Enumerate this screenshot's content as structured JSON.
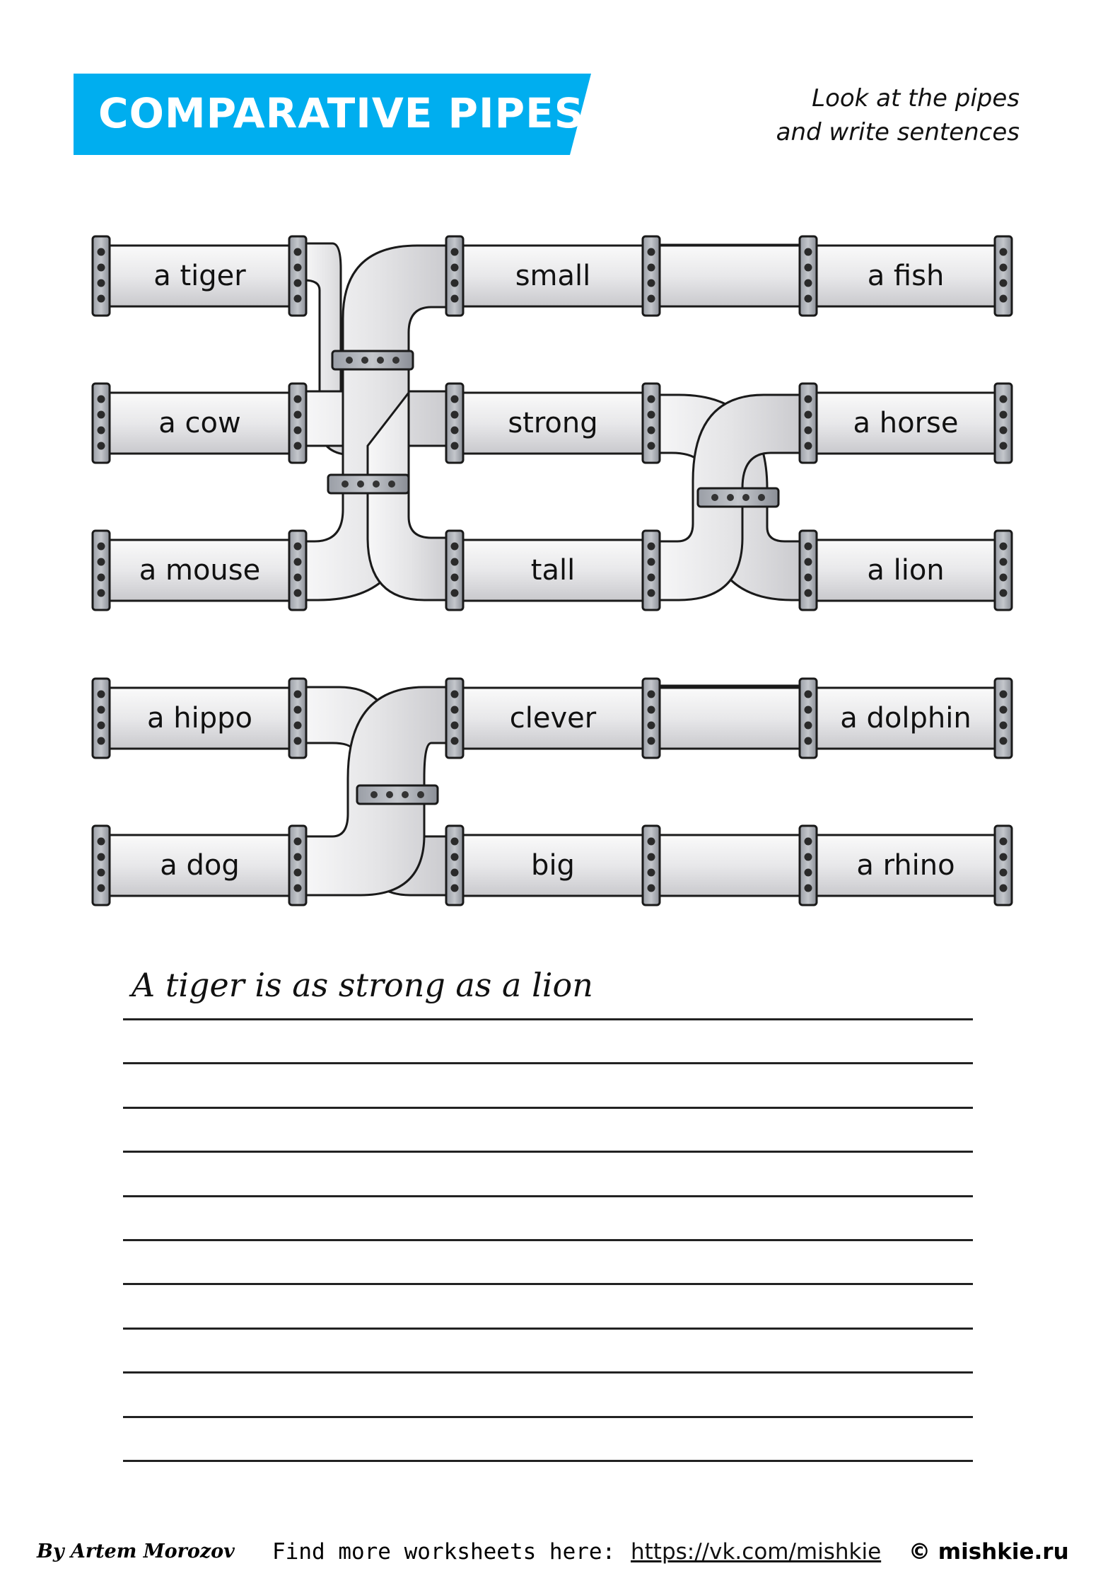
{
  "header": {
    "title": "COMPARATIVE PIPES",
    "instruction_line1": "Look at the pipes",
    "instruction_line2": "and write sentences",
    "accent_color": "#00AEEF"
  },
  "pipes": {
    "left": [
      "a tiger",
      "a cow",
      "a mouse",
      "a hippo",
      "a dog"
    ],
    "middle": [
      "small",
      "strong",
      "tall",
      "clever",
      "big"
    ],
    "right": [
      "a fish",
      "a horse",
      "a lion",
      "a dolphin",
      "a rhino"
    ]
  },
  "answers": {
    "example": "A tiger is as strong as a lion",
    "line_count": 11
  },
  "footer": {
    "author": "By Artem Morozov",
    "find_more": "Find more worksheets here:",
    "link": "https://vk.com/mishkie",
    "copyright": "© mishkie.ru"
  }
}
